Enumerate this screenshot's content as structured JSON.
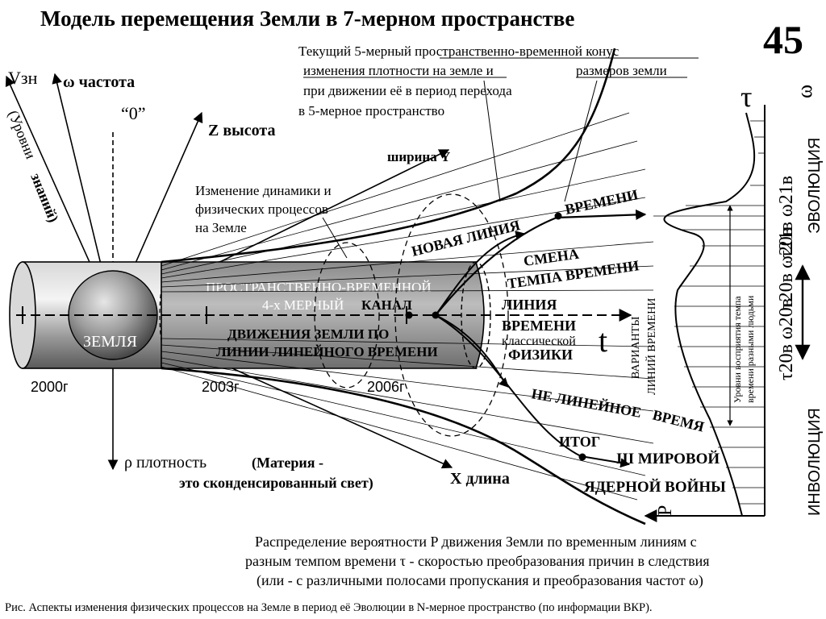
{
  "title": "Модель перемещения Земли в 7-мерном пространстве",
  "page_number": "45",
  "cone_note": {
    "line1": "Текущий 5-мерный пространственно-временной конус",
    "line2a": "изменения плотности на земле и",
    "line2b": "размеров земли",
    "line3": "при движении её в период перехода",
    "line4": "в 5-мерное пространство"
  },
  "axes": {
    "v_zn": "Vзн",
    "omega_freq": "ω частота",
    "zero": "“0”",
    "z_height": "Z высота",
    "levels_left": "(Уровни",
    "levels_right": "знаний)",
    "width_y": "ширина Y",
    "density": "ρ плотность",
    "density_note_a": "(Материя -",
    "density_note_b": "это сконденсированный свет)",
    "length_x": "X длина",
    "t": "t",
    "tau": "τ",
    "omega": "ω",
    "p": "P"
  },
  "labels": {
    "dynamics_1": "Изменение динамики и",
    "dynamics_2": "физических процессов",
    "dynamics_3": "на Земле",
    "earth": "ЗЕМЛЯ",
    "channel_1": "ПРОСТРАНСТВЕННО-ВРЕМЕННОЙ",
    "channel_2": "4-х МЕРНЫЙ",
    "channel_3": "КАНАЛ",
    "motion_1": "ДВИЖЕНИЯ ЗЕМЛИ ПО",
    "motion_2": "ЛИНИИ ЛИНЕЙНОГО ВРЕМЕНИ",
    "new_line_a": "НОВАЯ ЛИНИЯ",
    "new_line_b": "ВРЕМЕНИ",
    "change_a": "СМЕНА",
    "change_b": "ТЕМПА ВРЕМЕНИ",
    "classic_1": "ЛИНИЯ",
    "classic_2": "ВРЕМЕНИ",
    "classic_3": "классической",
    "classic_4": "ФИЗИКИ",
    "nonlinear_a": "НЕ ЛИНЕЙНОЕ",
    "nonlinear_b": "ВРЕМЯ",
    "result": "ИТОГ",
    "war_1": "III МИРОВОЙ",
    "war_2": "ЯДЕРНОЙ ВОЙНЫ",
    "variants_1": "ВАРИАНТЫ",
    "variants_2": "ЛИНИЙ ВРЕМЕНИ",
    "perception_1": "Уровни восприятия темпа",
    "perception_2": "времени разными людьми",
    "evolution": "ЭВОЛЮЦИЯ",
    "involution": "ИНВОЛЮЦИЯ",
    "t21": "τ21в ω21в",
    "t20": "τ20в ω20в",
    "t20b": "τ20в ω20в"
  },
  "years": [
    "2000г",
    "2003г",
    "2006г"
  ],
  "bottom_note": {
    "line1": "Распределение вероятности P движения Земли по временным линиям с",
    "line2": "разным темпом времени τ - скоростью преобразования причин в следствия",
    "line3": "(или - с различными полосами пропускания и преобразования частот ω)"
  },
  "caption": "Рис. Аспекты изменения физических процессов на Земле в период её Эволюции в N-мерное пространство (по информации ВКР)."
}
